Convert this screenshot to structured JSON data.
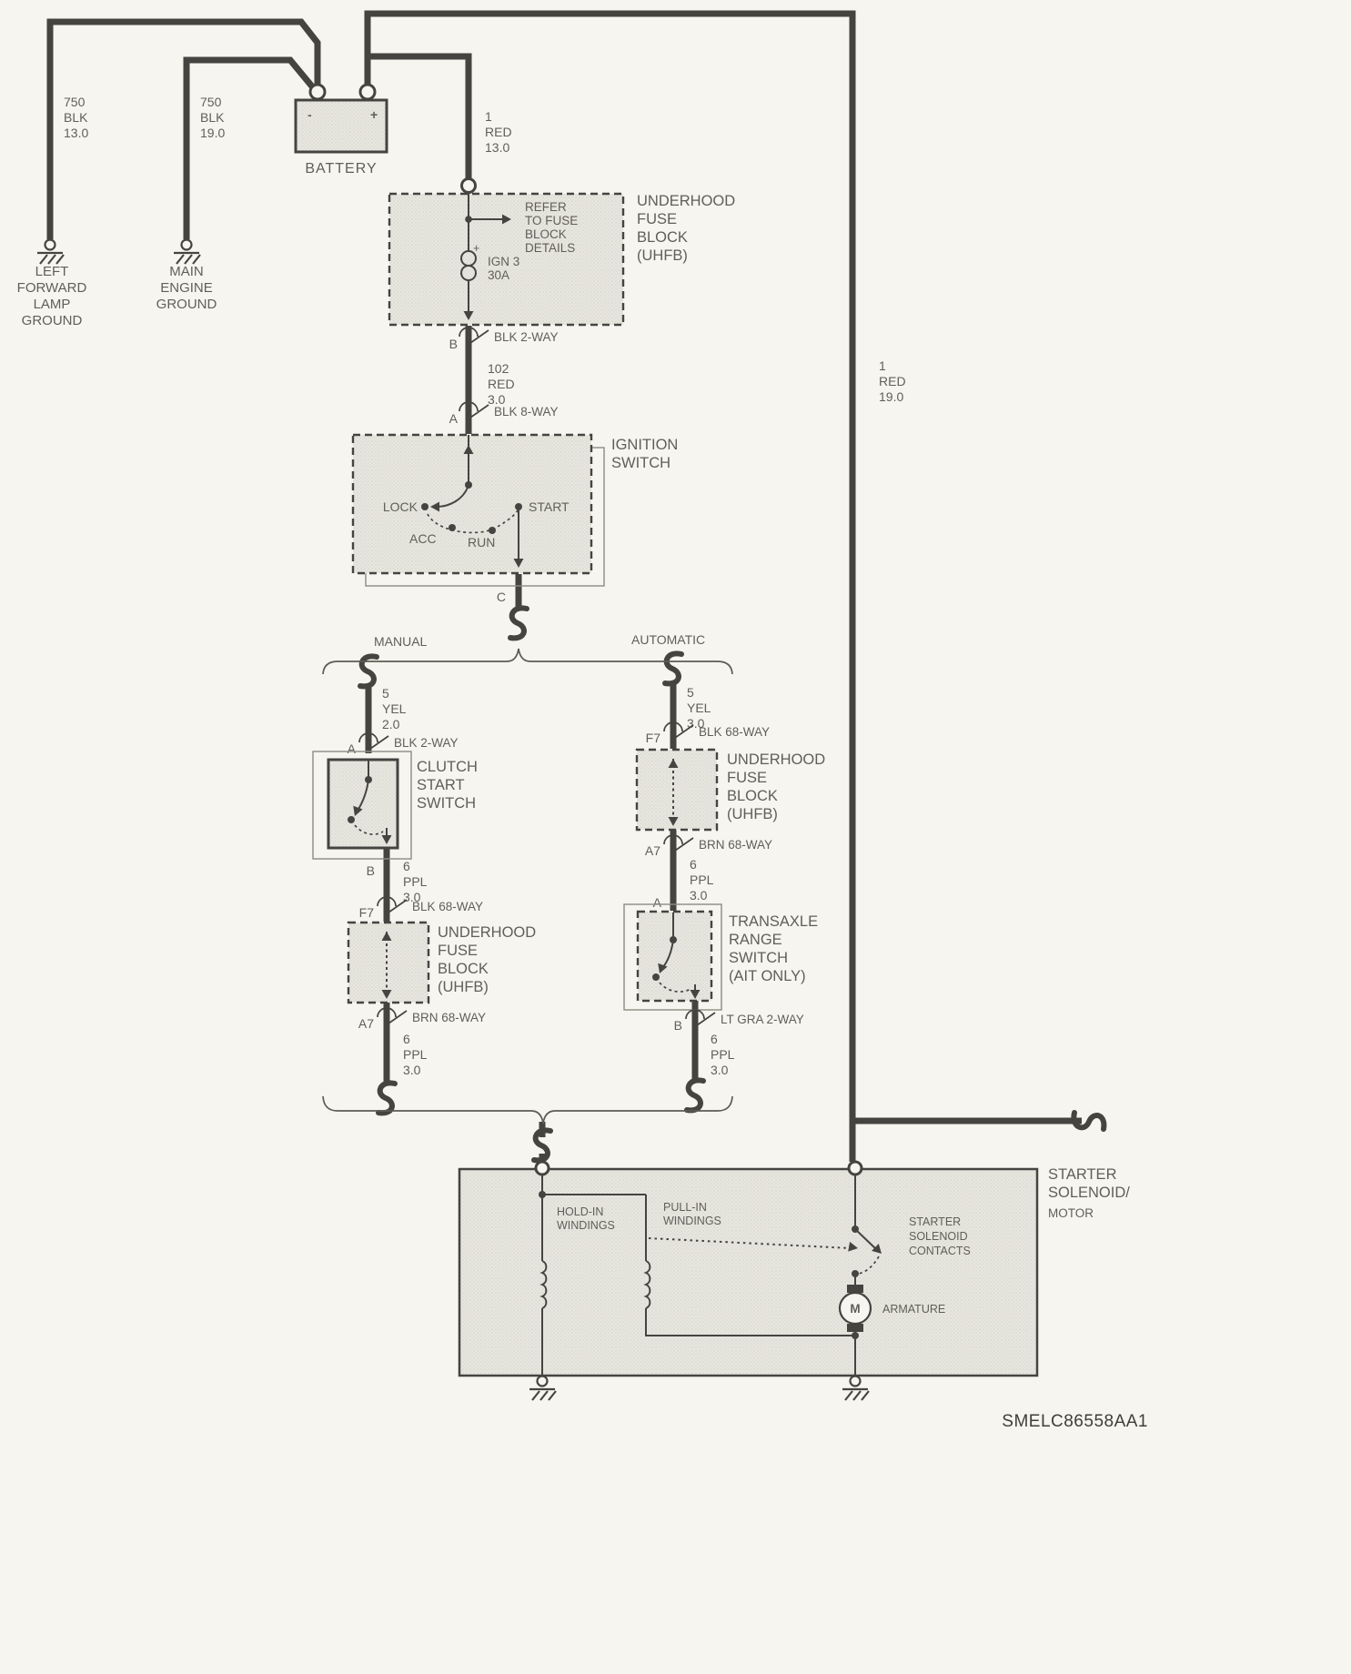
{
  "page": {
    "background": "#f6f5ef",
    "ink": "#454440",
    "text_color": "#605f57",
    "box_fill": "#e7e6df"
  },
  "battery": {
    "label": "BATTERY",
    "neg": "-",
    "pos": "+"
  },
  "grounds": {
    "left_lamp": [
      "LEFT",
      "FORWARD",
      "LAMP",
      "GROUND"
    ],
    "main_engine": [
      "MAIN",
      "ENGINE",
      "GROUND"
    ]
  },
  "wire_labels": {
    "blk750_13": [
      "750",
      "BLK",
      "13.0"
    ],
    "blk750_19": [
      "750",
      "BLK",
      "19.0"
    ],
    "red1_13": [
      "1",
      "RED",
      "13.0"
    ],
    "red102_3": [
      "102",
      "RED",
      "3.0"
    ],
    "yel5_20": [
      "5",
      "YEL",
      "2.0"
    ],
    "yel5_30": [
      "5",
      "YEL",
      "3.0"
    ],
    "ppl6_man_upper": [
      "6",
      "PPL",
      "3.0"
    ],
    "ppl6_man_lower": [
      "6",
      "PPL",
      "3.0"
    ],
    "ppl6_aut_upper": [
      "6",
      "PPL",
      "3.0"
    ],
    "ppl6_aut_lower": [
      "6",
      "PPL",
      "3.0"
    ],
    "red1_19": [
      "1",
      "RED",
      "19.0"
    ]
  },
  "uhfb_top": {
    "title": [
      "UNDERHOOD",
      "FUSE",
      "BLOCK",
      "(UHFB)"
    ],
    "note": [
      "REFER",
      "TO FUSE",
      "BLOCK",
      "DETAILS"
    ],
    "fuse_label": [
      "IGN 3",
      "30A"
    ],
    "plus": "+"
  },
  "connectors": {
    "b_top": {
      "pin": "B",
      "label": "BLK 2-WAY"
    },
    "a_top": {
      "pin": "A",
      "label": "BLK 8-WAY"
    },
    "c_ignition": {
      "pin": "C"
    },
    "a_manual": {
      "pin": "A",
      "label": "BLK 2-WAY"
    },
    "b_manual": {
      "pin": "B"
    },
    "f7_manual": {
      "pin": "F7",
      "label": "BLK 68-WAY"
    },
    "a7_manual": {
      "pin": "A7",
      "label": "BRN 68-WAY"
    },
    "f7_auto": {
      "pin": "F7",
      "label": "BLK 68-WAY"
    },
    "a7_auto": {
      "pin": "A7",
      "label": "BRN 68-WAY"
    },
    "a_auto": {
      "pin": "A"
    },
    "b_auto": {
      "pin": "B",
      "label": "LT GRA 2-WAY"
    }
  },
  "ignition_switch": {
    "title": [
      "IGNITION",
      "SWITCH"
    ],
    "lock": "LOCK",
    "acc": "ACC",
    "run": "RUN",
    "start": "START"
  },
  "branch_labels": {
    "manual": "MANUAL",
    "automatic": "AUTOMATIC"
  },
  "clutch_start_switch": {
    "title": [
      "CLUTCH",
      "START",
      "SWITCH"
    ]
  },
  "uhfb_manual": {
    "title": [
      "UNDERHOOD",
      "FUSE",
      "BLOCK",
      "(UHFB)"
    ]
  },
  "uhfb_auto": {
    "title": [
      "UNDERHOOD",
      "FUSE",
      "BLOCK",
      "(UHFB)"
    ]
  },
  "transaxle_switch": {
    "title": [
      "TRANSAXLE",
      "RANGE",
      "SWITCH",
      "(AIT ONLY)"
    ]
  },
  "starter": {
    "title": [
      "STARTER",
      "SOLENOID/"
    ],
    "subtitle": "MOTOR",
    "hold_in": [
      "HOLD-IN",
      "WINDINGS"
    ],
    "pull_in": [
      "PULL-IN",
      "WINDINGS"
    ],
    "contacts": [
      "STARTER",
      "SOLENOID",
      "CONTACTS"
    ],
    "armature_label": "ARMATURE",
    "motor_letter": "M"
  },
  "footer": {
    "code": "SMELC86558AA1"
  }
}
